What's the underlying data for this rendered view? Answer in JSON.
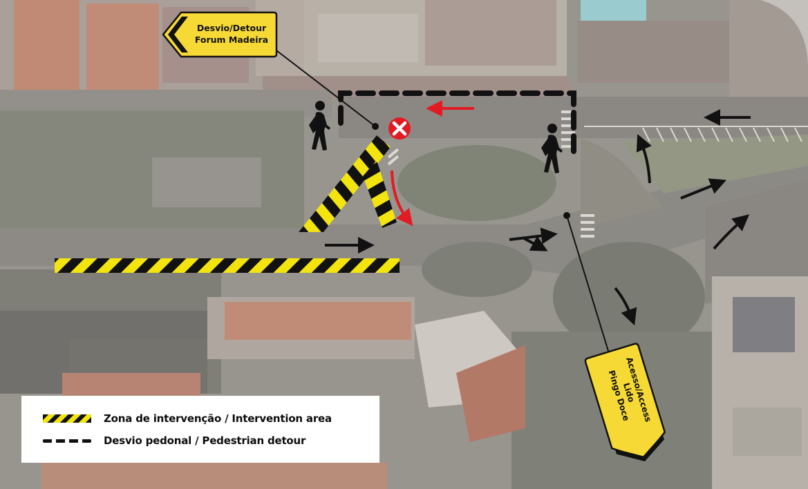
{
  "map": {
    "title": "Pedestrian detour map near Forum Madeira",
    "colors": {
      "hazard_yellow": "#f3e40f",
      "hazard_black": "#111111",
      "sign_yellow": "#f6d935",
      "red_arrow": "#e21b23",
      "closed_icon_red": "#e21b23",
      "roof_terracotta": "#c97a5c",
      "road": "#7d7b78",
      "sidewalk": "#9c8a83",
      "vegetation": "#6c6f60",
      "pool": "#8fd3db"
    }
  },
  "signs": {
    "detour": {
      "line1": "Desvio/Detour",
      "line2": "Forum Madeira",
      "direction": "left"
    },
    "access": {
      "line1": "Acesso/Access",
      "line2": "Lido",
      "line3": "Pingo Doce",
      "direction": "down"
    }
  },
  "icons": {
    "pedestrians": [
      "pedestrian-icon",
      "pedestrian-icon"
    ],
    "road_closed": "closed-x-icon"
  },
  "legend": {
    "items": [
      {
        "symbol": "hazard-stripe",
        "label": "Zona de intervenção / Intervention area"
      },
      {
        "symbol": "dashed-line",
        "label": "Desvio pedonal / Pedestrian detour"
      }
    ]
  }
}
